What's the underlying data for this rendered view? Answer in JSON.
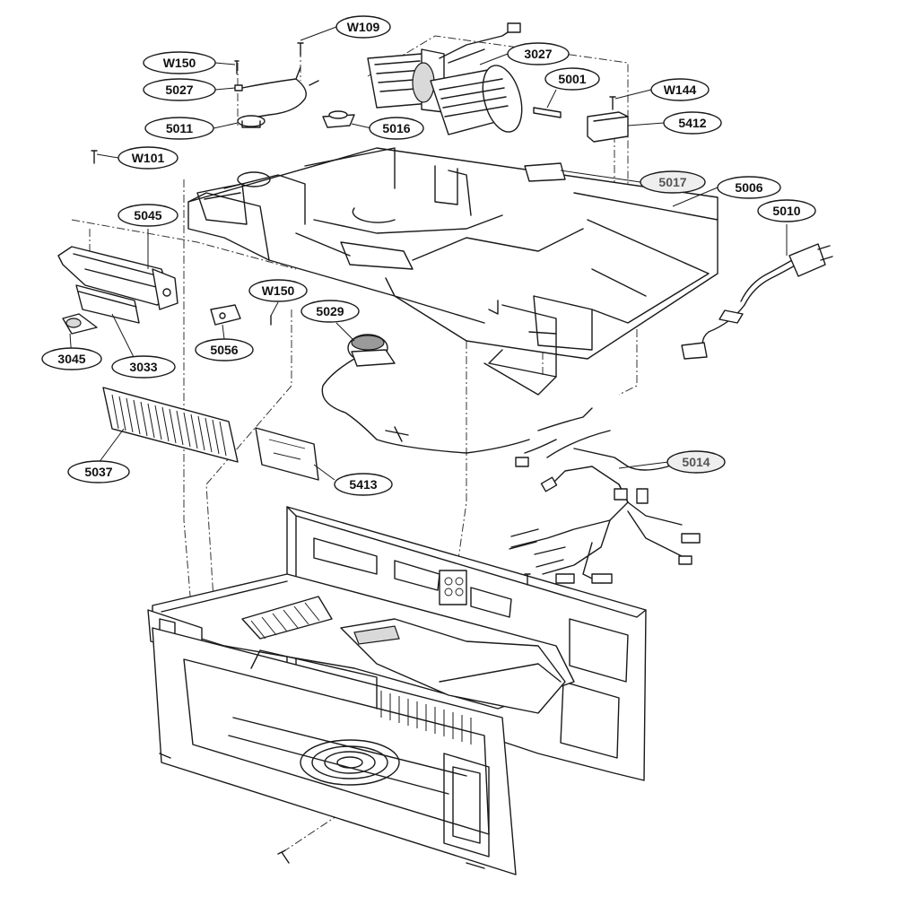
{
  "diagram": {
    "callouts": [
      {
        "id": "w109",
        "label": "W109"
      },
      {
        "id": "w150-top",
        "label": "W150"
      },
      {
        "id": "p3027",
        "label": "3027"
      },
      {
        "id": "p5027",
        "label": "5027"
      },
      {
        "id": "p5001",
        "label": "5001"
      },
      {
        "id": "w144",
        "label": "W144"
      },
      {
        "id": "p5011",
        "label": "5011"
      },
      {
        "id": "p5016",
        "label": "5016"
      },
      {
        "id": "p5412",
        "label": "5412"
      },
      {
        "id": "w101",
        "label": "W101"
      },
      {
        "id": "p5017",
        "label": "5017",
        "grey": true
      },
      {
        "id": "p5006",
        "label": "5006"
      },
      {
        "id": "p5045",
        "label": "5045"
      },
      {
        "id": "p5010",
        "label": "5010"
      },
      {
        "id": "w150-mid",
        "label": "W150"
      },
      {
        "id": "p5029",
        "label": "5029"
      },
      {
        "id": "p5056",
        "label": "5056"
      },
      {
        "id": "p3045",
        "label": "3045"
      },
      {
        "id": "p3033",
        "label": "3033"
      },
      {
        "id": "p5014",
        "label": "5014",
        "grey": true
      },
      {
        "id": "p5037",
        "label": "5037"
      },
      {
        "id": "p5413",
        "label": "5413"
      }
    ]
  }
}
